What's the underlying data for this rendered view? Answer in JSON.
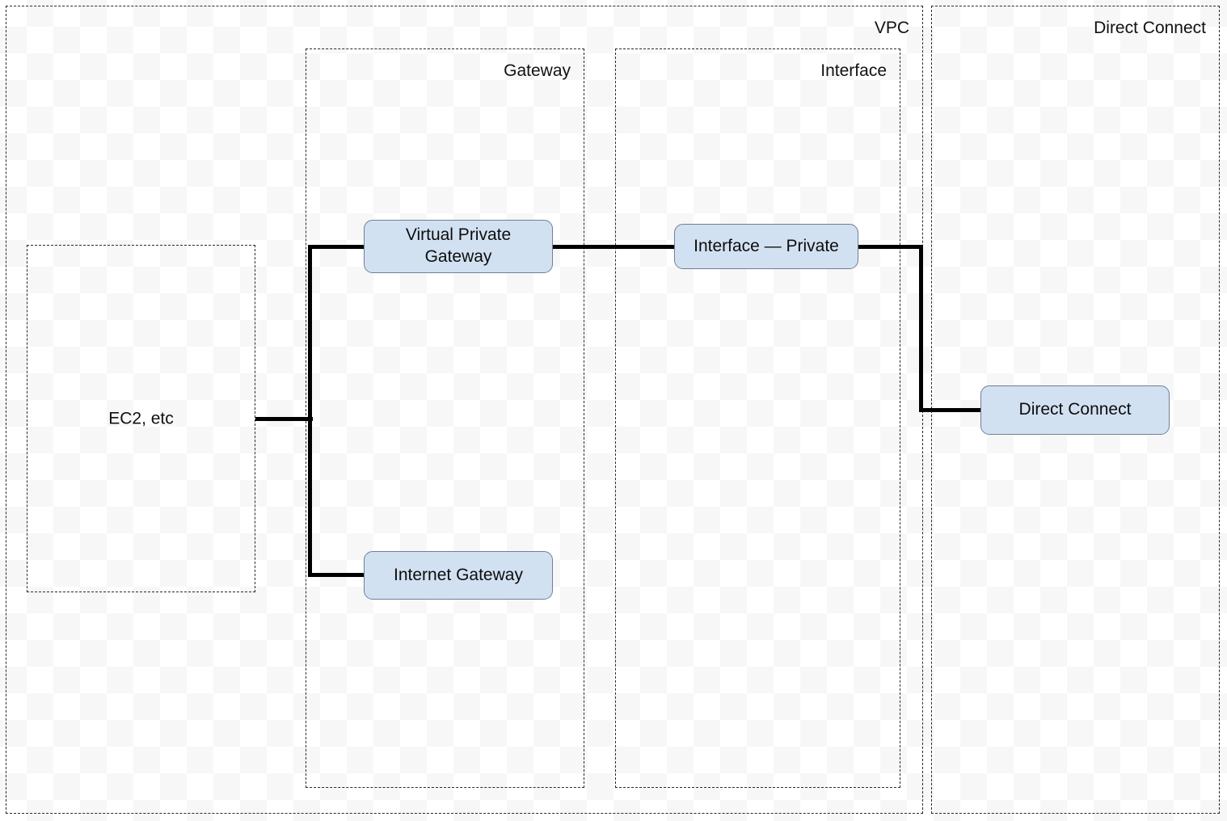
{
  "diagram": {
    "title": "AWS VPC connectivity diagram",
    "background": "#ffffff",
    "node_fill": "#d2e1f2",
    "node_stroke": "#6f7f92",
    "group_stroke": "#2b2b2b",
    "edge_color": "#000000"
  },
  "groups": [
    {
      "id": "ec2",
      "label": "EC2, etc",
      "label_position": "center"
    },
    {
      "id": "gateway",
      "label": "Gateway",
      "label_position": "top-right"
    },
    {
      "id": "interface",
      "label": "Interface",
      "label_position": "top-right"
    },
    {
      "id": "vpc",
      "label": "VPC",
      "label_position": "top-right"
    },
    {
      "id": "direct-connect",
      "label": "Direct Connect",
      "label_position": "top-right"
    }
  ],
  "nodes": [
    {
      "id": "virtual-private-gateway",
      "label_line1": "Virtual Private",
      "label_line2": "Gateway"
    },
    {
      "id": "internet-gateway",
      "label": "Internet Gateway"
    },
    {
      "id": "interface-private",
      "label": "Interface — Private"
    },
    {
      "id": "direct-connect",
      "label": "Direct Connect"
    }
  ],
  "connections": [
    {
      "from": "ec2",
      "to": "trunk-left"
    },
    {
      "from": "trunk-left",
      "to": "virtual-private-gateway"
    },
    {
      "from": "trunk-left",
      "to": "internet-gateway"
    },
    {
      "from": "virtual-private-gateway",
      "to": "interface-private"
    },
    {
      "from": "interface-private",
      "to": "direct-connect"
    }
  ]
}
